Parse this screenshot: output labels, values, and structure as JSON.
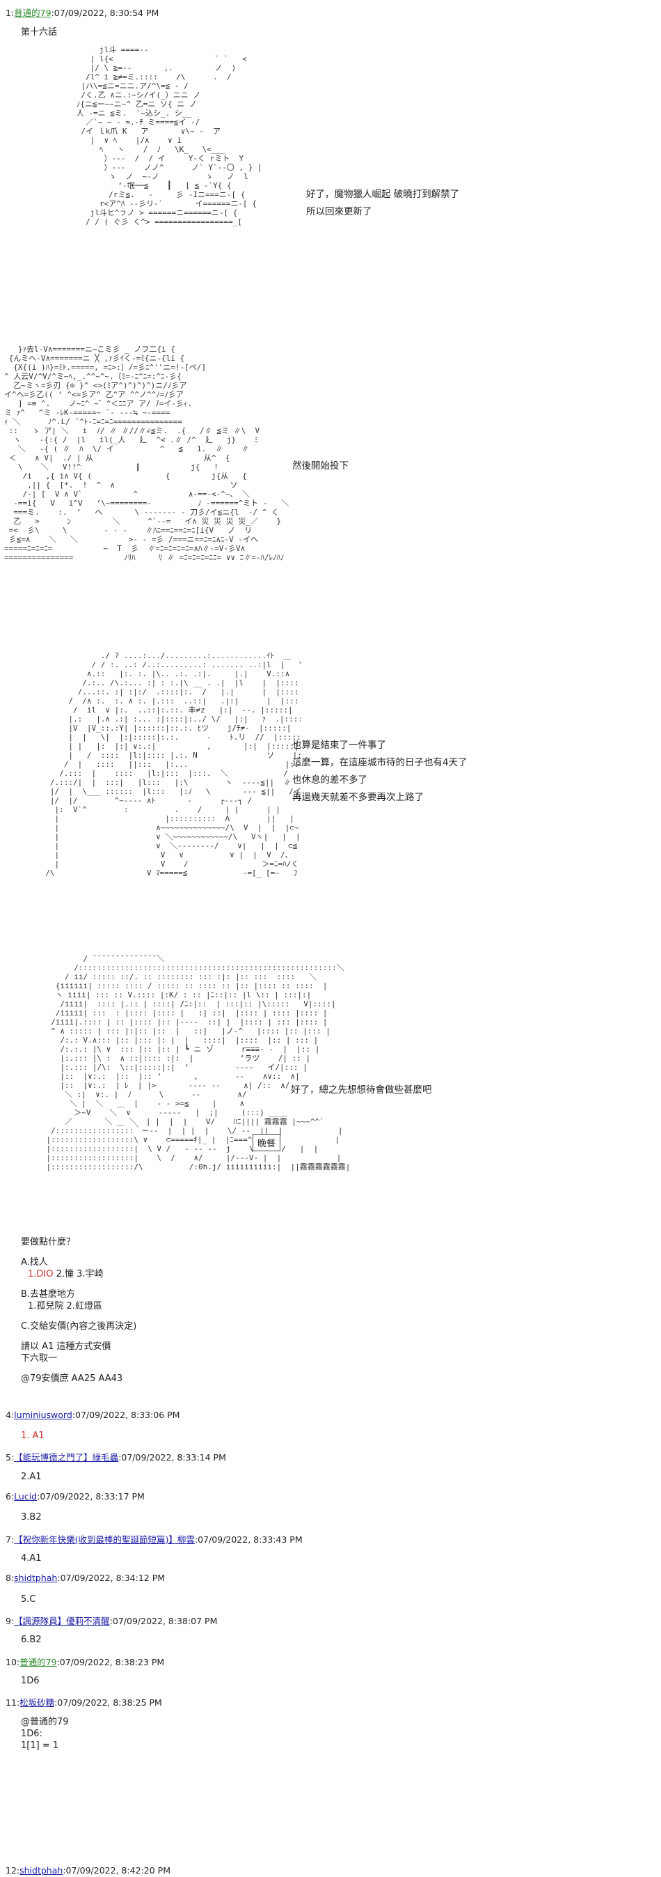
{
  "posts": [
    {
      "num": "1:",
      "name": "普通的79",
      "date": ":07/09/2022, 8:30:54 PM"
    },
    {
      "num": "4:",
      "name": "luminiusword",
      "date": ":07/09/2022, 8:33:06 PM"
    },
    {
      "num": "5:",
      "name": "【能玩博德之門了】綠毛蟲",
      "date": ":07/09/2022, 8:33:14 PM"
    },
    {
      "num": "6:",
      "name": "Lucid",
      "date": ":07/09/2022, 8:33:17 PM"
    },
    {
      "num": "7:",
      "name": "【祝你新年快樂(收到最棒的聖誕節短篇)】柳雲",
      "date": ":07/09/2022, 8:33:43 PM"
    },
    {
      "num": "8:",
      "name": "shidtphah",
      "date": ":07/09/2022, 8:34:12 PM"
    },
    {
      "num": "9:",
      "name": "【諷源隊員】優莉不清醒",
      "date": ":07/09/2022, 8:38:07 PM"
    },
    {
      "num": "10:",
      "name": "普通的79",
      "date": ":07/09/2022, 8:38:23 PM"
    },
    {
      "num": "11:",
      "name": "松坂砂糖",
      "date": ":07/09/2022, 8:38:25 PM"
    },
    {
      "num": "12:",
      "name": "shidtphah",
      "date": ":07/09/2022, 8:42:20 PM"
    }
  ],
  "chapter_title": "第十六話",
  "dialogue": {
    "scene1": [
      "好了，魔物獵人崛起 破曉打到解禁了",
      "所以回來更新了"
    ],
    "scene2": [
      "然後開始投下"
    ],
    "scene3": [
      "也算是結束了一件事了",
      "這麼一算，在這座城市待的日子也有4天了",
      "也休息的差不多了",
      "再過幾天就差不多要再次上路了"
    ],
    "scene4": [
      "好了，總之先想想待會做些甚麼吧"
    ],
    "sign": "晚餐"
  },
  "menu": {
    "question": "要做點什麼？",
    "a_title": "A.找人",
    "a_opt1": "1.DIO",
    "a_opt_rest": " 2.憧 3.宇崎",
    "b_title": "B.去甚麼地方",
    "b_opts": "1.孤兒院 2.紅燈區",
    "c_title": "C.交給安價(內容之後再決定)",
    "rule1": "請以 A1 這種方式安價",
    "rule2": "下六取一",
    "aa_credit": "@79安價庶 AA25 AA43"
  },
  "replies": {
    "r4": "1. A1",
    "r5": "2.A1",
    "r6": "3.B2",
    "r7": "4.A1",
    "r8": "5.C",
    "r9": "6.B2",
    "r10": "1D6",
    "r11_1": "@普通的79",
    "r11_2": "1D6:",
    "r11_3": "1[1] = 1"
  },
  "colors": {
    "green_name": "#2e8b2e",
    "blue_name": "#1a1aa6",
    "red_text": "#c8312f"
  }
}
